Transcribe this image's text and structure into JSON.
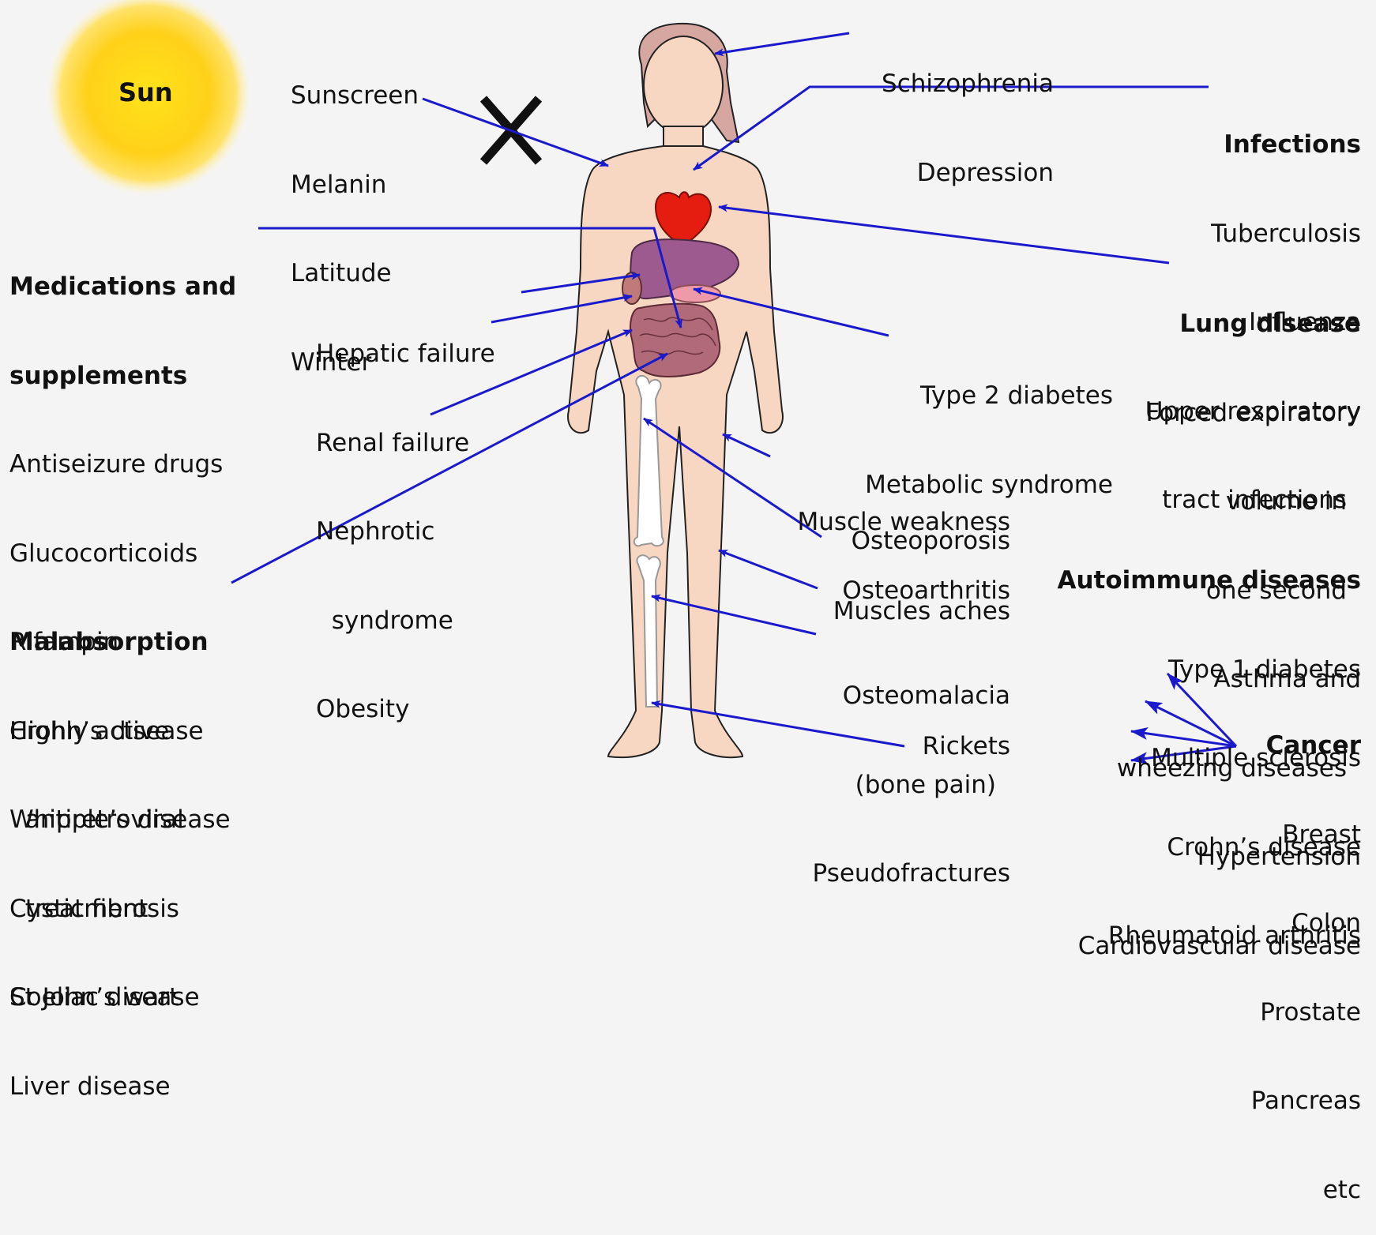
{
  "sun": {
    "label": "Sun"
  },
  "blockers": {
    "lines": [
      "Sunscreen",
      "Melanin",
      "Latitude",
      "Winter"
    ]
  },
  "psych": {
    "lines": [
      "Schizophrenia",
      "Depression"
    ]
  },
  "infections": {
    "heading": "Infections",
    "lines": [
      "Tuberculosis",
      "Influenza",
      "Upper respiratory",
      "tract infections"
    ]
  },
  "medications": {
    "heading_lines": [
      "Medications and",
      "supplements"
    ],
    "lines": [
      "Antiseizure drugs",
      "Glucocorticoids",
      "Rifampin",
      "Highly active",
      "  antiretroviral",
      "  treatment",
      "St John’s wart"
    ]
  },
  "organ_failure": {
    "lines": [
      "Hepatic failure",
      "Renal failure",
      "Nephrotic",
      "  syndrome",
      "Obesity"
    ]
  },
  "diabetes": {
    "lines": [
      "Type 2 diabetes",
      "Metabolic syndrome"
    ]
  },
  "lung": {
    "heading": "Lung disease",
    "lines": [
      "Forced expiratory",
      "volume in",
      "one second",
      "Asthma and",
      "wheezing diseases",
      "Hypertension",
      "Cardiovascular disease"
    ]
  },
  "malabsorption": {
    "heading": "Malabsorption",
    "lines": [
      "Crohn’s disease",
      "Whipple’s disease",
      "Cystic fibrosis",
      "Coeliac disease",
      "Liver disease"
    ]
  },
  "muscle": {
    "lines": [
      "Muscle weakness",
      "Muscles aches"
    ]
  },
  "osteoporosis": {
    "label": "Osteoporosis"
  },
  "osteoarthritis": {
    "label": "Osteoarthritis"
  },
  "osteomalacia": {
    "lines": [
      "Osteomalacia",
      "(bone pain)",
      "Pseudofractures"
    ]
  },
  "rickets": {
    "label": "Rickets"
  },
  "autoimmune": {
    "heading": "Autoimmune diseases",
    "lines": [
      "Type 1 diabetes",
      "Multiple sclerosis",
      "Crohn’s disease",
      "Rheumatoid arthritis"
    ]
  },
  "cancer": {
    "heading": "Cancer",
    "lines": [
      "Breast",
      "Colon",
      "Prostate",
      "Pancreas",
      "etc"
    ]
  },
  "colors": {
    "arrow": "#1a1acc",
    "skin": "#f8d7c2",
    "sun_core": "#ffd21f",
    "heart": "#e51d10",
    "liver": "#9d5a8e",
    "intestine": "#b06a78"
  }
}
